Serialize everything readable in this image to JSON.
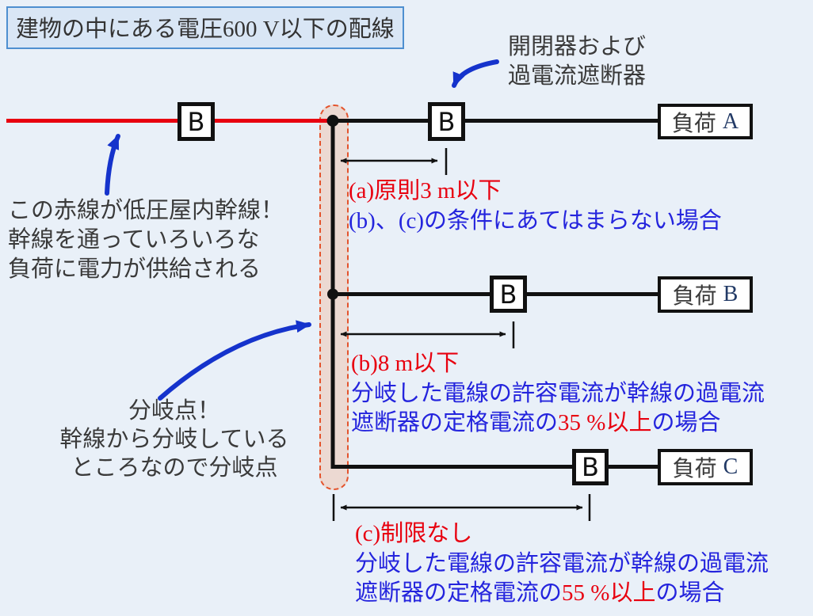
{
  "title": {
    "p1": "建物の中にある電圧",
    "p2": "600 V",
    "p3": "以下の配線"
  },
  "breaker_note": {
    "line1": "開閉器および",
    "line2": "過電流遮断器"
  },
  "feeder_note": {
    "line1": "この赤線が低圧屋内幹線！",
    "line2": "幹線を通っていろいろな",
    "line3": "負荷に電力が供給される"
  },
  "branch_note": {
    "line1": "分岐点！",
    "line2": "幹線から分岐している",
    "line3": "ところなので分岐点"
  },
  "breaker_label": "B",
  "loads": {
    "a": {
      "jp": "負荷",
      "letter": "A"
    },
    "b": {
      "jp": "負荷",
      "letter": "B"
    },
    "c": {
      "jp": "負荷",
      "letter": "C"
    }
  },
  "rule_a": {
    "l1p1": "(a)",
    "l1p2": "原則",
    "l1p3": "3 m",
    "l1p4": "以下",
    "l2p1": "(b)、(c)",
    "l2p2": "の条件にあてはまらない場合"
  },
  "rule_b": {
    "l1p1": "(b)",
    "l1p2": "8 m",
    "l1p3": "以下",
    "l2": "分岐した電線の許容電流が幹線の過電流",
    "l3p1": "遮断器の定格電流の",
    "l3p2": "35 %",
    "l3p3": "以上",
    "l3p4": "の場合"
  },
  "rule_c": {
    "l1p1": "(c)",
    "l1p2": "制限なし",
    "l2": "分岐した電線の許容電流が幹線の過電流",
    "l3p1": "遮断器の定格電流の",
    "l3p2": "55 %",
    "l3p3": "以上",
    "l3p4": "の場合"
  },
  "colors": {
    "background": "#e9f0f8",
    "title_fill": "#d9e6f5",
    "title_border": "#4e8fd0",
    "feeder_red": "#e8000f",
    "text_red": "#e8000f",
    "text_blue": "#2424dd",
    "text_gray": "#3a3a3a",
    "arrow_blue": "#1533cc",
    "capsule_stroke": "#e4532c",
    "capsule_fill": "rgba(246,158,112,0.28)",
    "line_black": "#111111"
  }
}
